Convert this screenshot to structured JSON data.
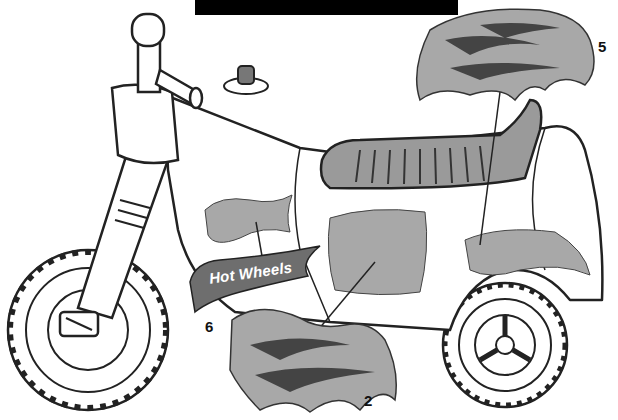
{
  "diagram": {
    "labels": [
      "5",
      "6",
      "2",
      "Hot Wheels"
    ]
  }
}
